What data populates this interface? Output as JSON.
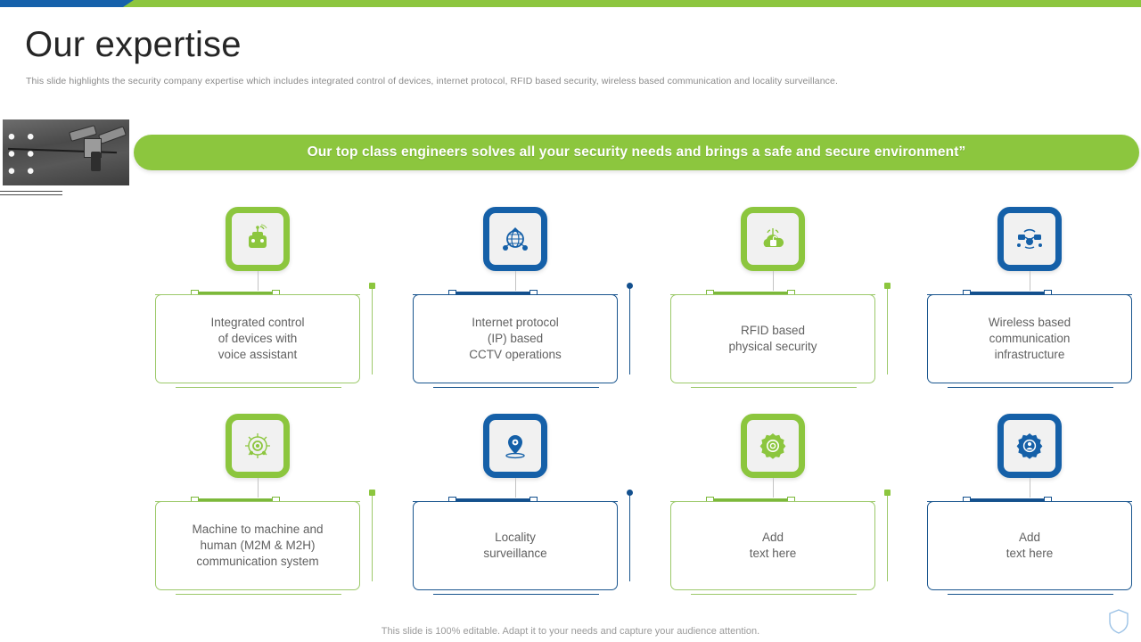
{
  "header": {
    "title": "Our expertise",
    "subtitle": "This slide highlights the security company expertise which includes integrated control of devices, internet protocol, RFID  based security, wireless based communication and locality surveillance."
  },
  "banner": {
    "text": "Our top class engineers solves all your security needs and brings a safe and secure environment”"
  },
  "colors": {
    "green": "#8cc63e",
    "blue": "#1560a8",
    "green_line": "#9cc96a",
    "blue_line": "#19558e",
    "text": "#616161"
  },
  "cards": [
    {
      "label": "Integrated control\nof devices with\nvoice assistant",
      "color": "green",
      "icon": "voice-assistant-icon"
    },
    {
      "label": "Internet protocol\n(IP) based\nCCTV operations",
      "color": "blue",
      "icon": "globe-network-icon"
    },
    {
      "label": "RFID based\nphysical security",
      "color": "green",
      "icon": "rfid-cloud-icon"
    },
    {
      "label": "Wireless based\ncommunication\ninfrastructure",
      "color": "blue",
      "icon": "network-nodes-icon"
    },
    {
      "label": "Machine to machine and\nhuman (M2M  & M2H)\ncommunication system",
      "color": "green",
      "icon": "machine-gear-icon"
    },
    {
      "label": "Locality\nsurveillance",
      "color": "blue",
      "icon": "location-pin-icon"
    },
    {
      "label": "Add\ntext here",
      "color": "green",
      "icon": "gear-target-icon"
    },
    {
      "label": "Add\ntext here",
      "color": "blue",
      "icon": "gear-user-icon"
    }
  ],
  "footer": {
    "note": "This slide is 100% editable. Adapt it to your  needs and capture your audience attention."
  },
  "logo": {
    "name": "shield-logo"
  }
}
